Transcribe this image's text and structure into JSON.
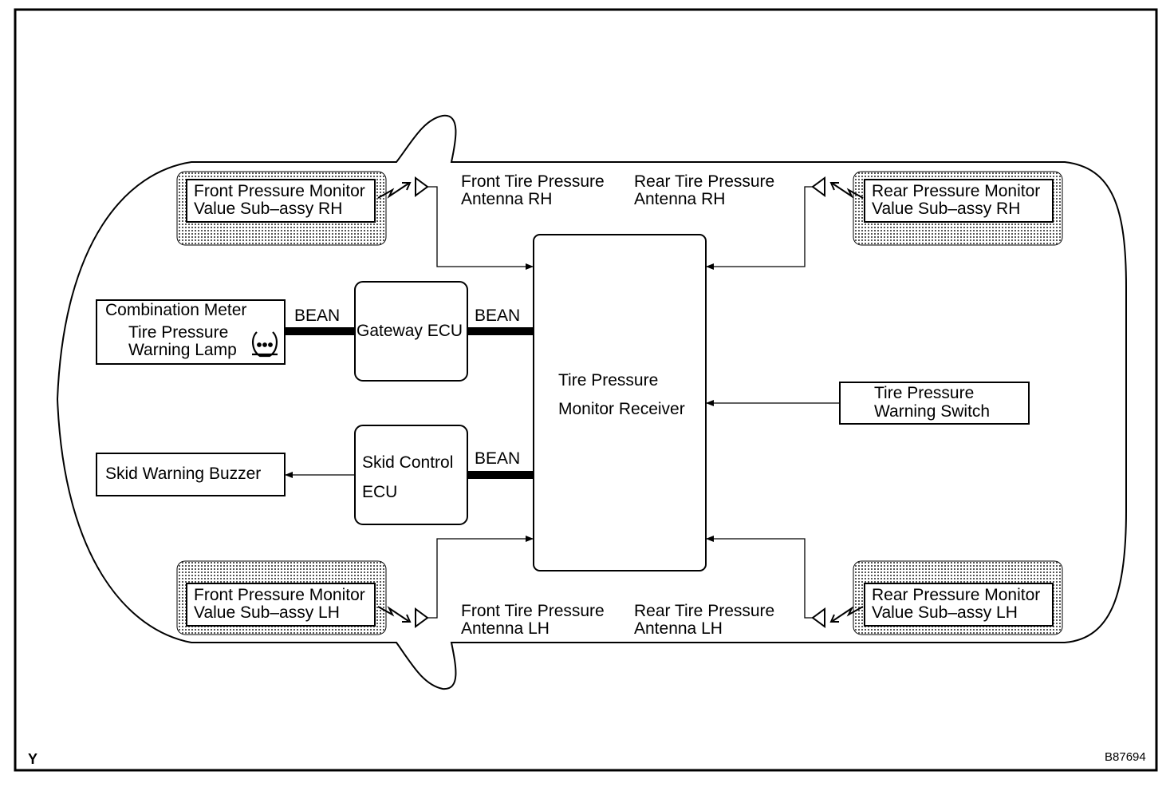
{
  "corner_letter": "Y",
  "figure_code": "B87694",
  "modules": {
    "front_monitor_rh": {
      "line1": "Front Pressure Monitor",
      "line2": "Value Sub–assy RH"
    },
    "rear_monitor_rh": {
      "line1": "Rear Pressure Monitor",
      "line2": "Value Sub–assy RH"
    },
    "front_monitor_lh": {
      "line1": "Front Pressure Monitor",
      "line2": "Value Sub–assy LH"
    },
    "rear_monitor_lh": {
      "line1": "Rear Pressure Monitor",
      "line2": "Value Sub–assy LH"
    }
  },
  "antennas": {
    "front_rh": {
      "line1": "Front Tire Pressure",
      "line2": "Antenna RH"
    },
    "rear_rh": {
      "line1": "Rear Tire Pressure",
      "line2": "Antenna RH"
    },
    "front_lh": {
      "line1": "Front Tire Pressure",
      "line2": "Antenna LH"
    },
    "rear_lh": {
      "line1": "Rear Tire Pressure",
      "line2": "Antenna LH"
    }
  },
  "combination_meter": {
    "title": "Combination Meter",
    "lamp_line1": "Tire Pressure",
    "lamp_line2": "Warning Lamp"
  },
  "gateway_ecu": "Gateway ECU",
  "skid_control_ecu": {
    "line1": "Skid Control",
    "line2": "ECU"
  },
  "receiver": {
    "line1": "Tire Pressure",
    "line2": "Monitor Receiver"
  },
  "warning_switch": {
    "line1": "Tire Pressure",
    "line2": "Warning Switch"
  },
  "skid_buzzer": "Skid Warning Buzzer",
  "bus_labels": {
    "meter_gateway": "BEAN",
    "gateway_receiver": "BEAN",
    "skid_receiver": "BEAN"
  },
  "icons": {
    "warning_lamp": "tire-pressure-warning-icon"
  }
}
